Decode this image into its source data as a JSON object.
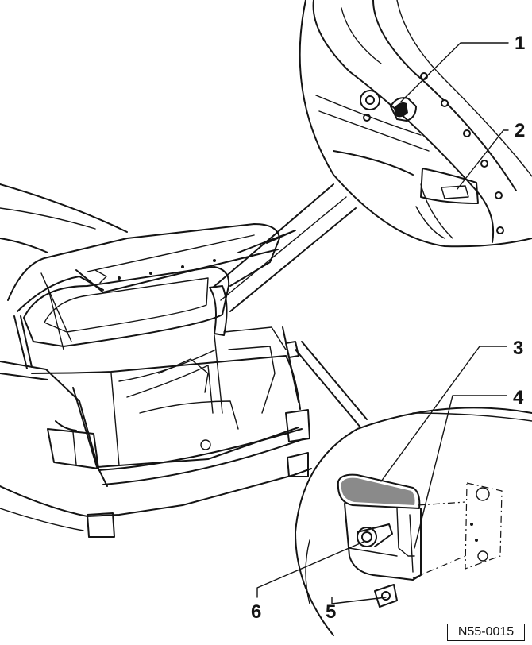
{
  "diagram": {
    "callouts": [
      {
        "id": "1",
        "label": "1"
      },
      {
        "id": "2",
        "label": "2"
      },
      {
        "id": "3",
        "label": "3"
      },
      {
        "id": "4",
        "label": "4"
      },
      {
        "id": "5",
        "label": "5"
      },
      {
        "id": "6",
        "label": "6"
      }
    ],
    "reference_code": "N55-0015",
    "colors": {
      "ink": "#141414",
      "background": "#ffffff"
    }
  }
}
